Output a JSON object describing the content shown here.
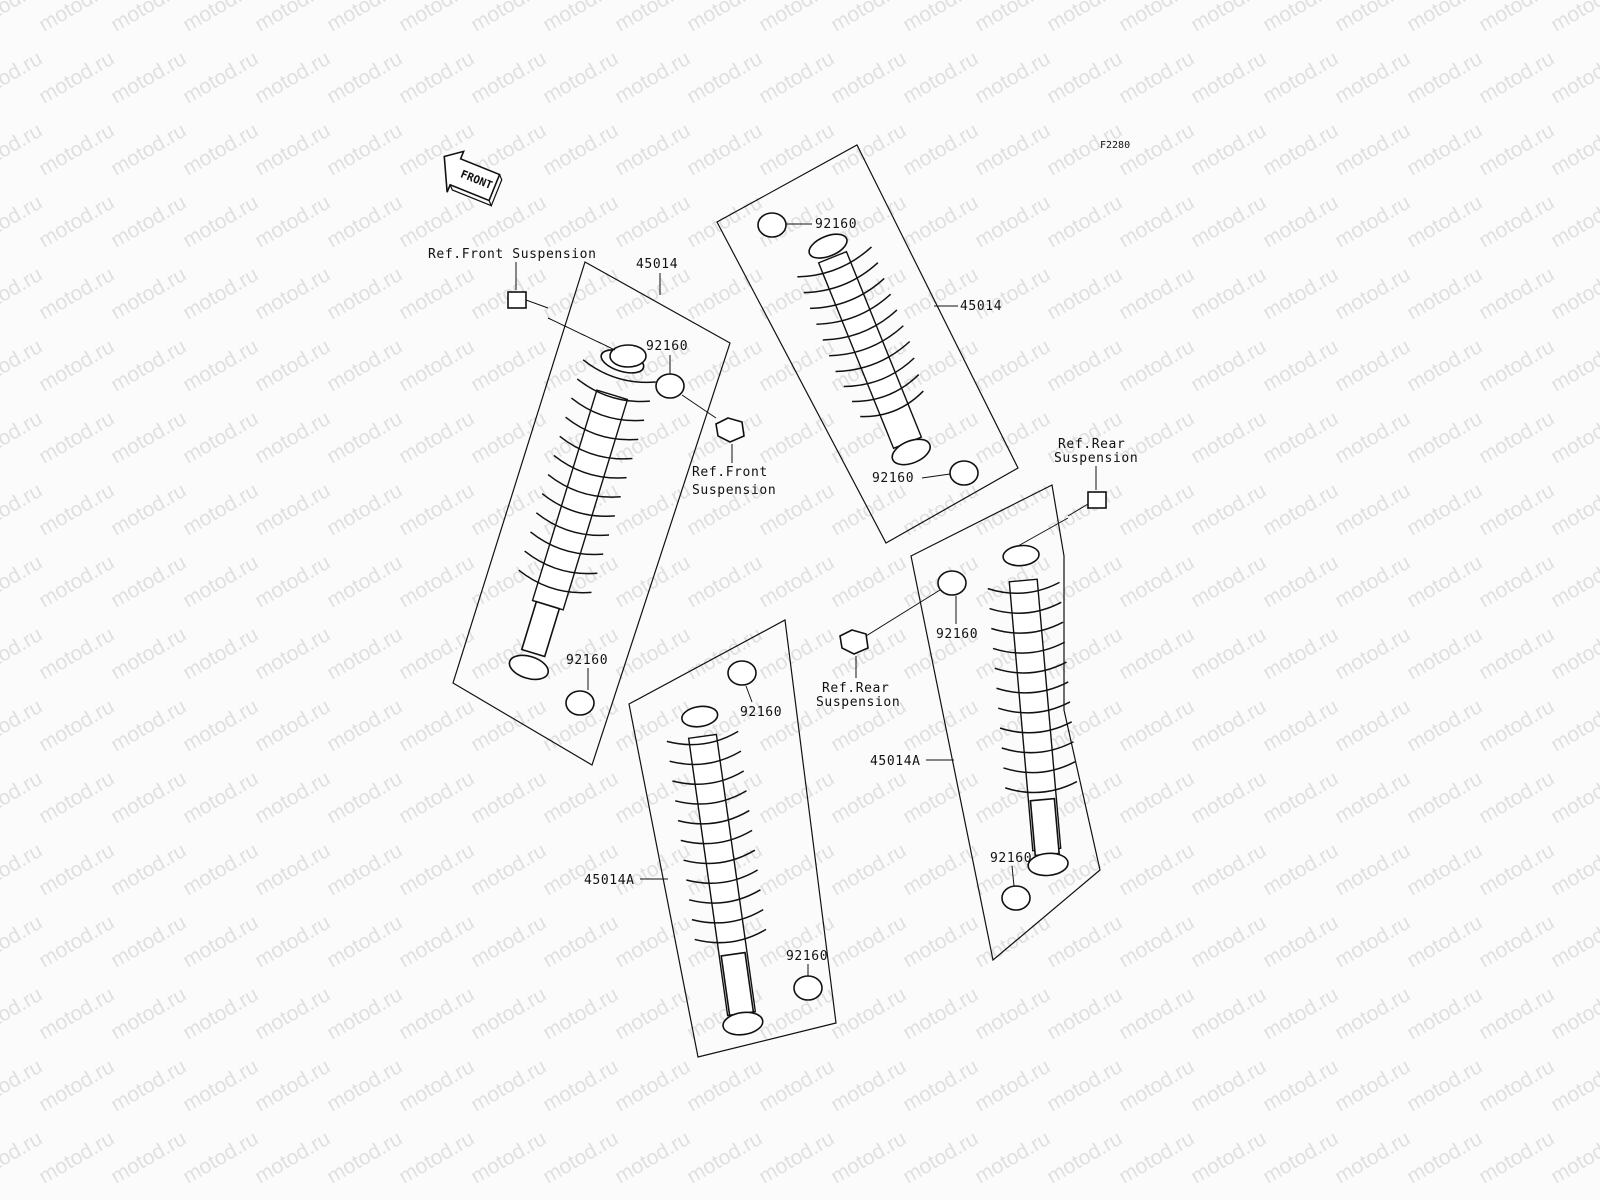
{
  "diagram_code": "F2280",
  "front_marker": "FRONT",
  "watermark": "motod.ru",
  "labels": {
    "ref_front_suspension": "Ref.Front Suspension",
    "ref_front_line1": "Ref.Front",
    "ref_front_line2": "Suspension",
    "ref_rear_line1": "Ref.Rear",
    "ref_rear_line2": "Suspension",
    "part_45014": "45014",
    "part_45014A": "45014A",
    "part_92160": "92160"
  }
}
